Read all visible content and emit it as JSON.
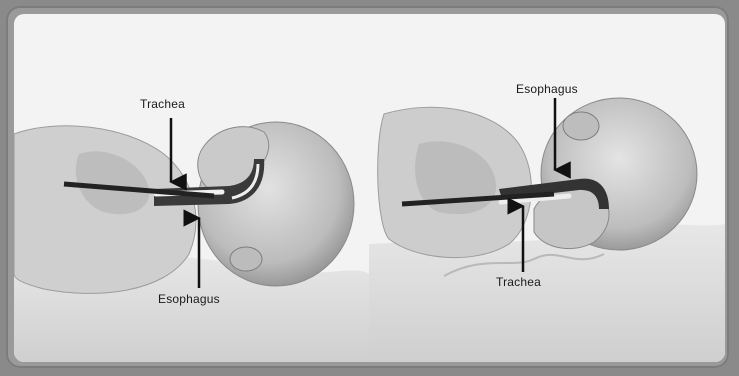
{
  "left_figure": {
    "top_label": "Trachea",
    "bottom_label": "Esophagus"
  },
  "right_figure": {
    "top_label": "Esophagus",
    "bottom_label": "Trachea"
  },
  "colors": {
    "frame": "#9a9a9a",
    "background": "#f3f3f3",
    "skin": "#d4d4d4",
    "tube": "#2a2a2a"
  }
}
